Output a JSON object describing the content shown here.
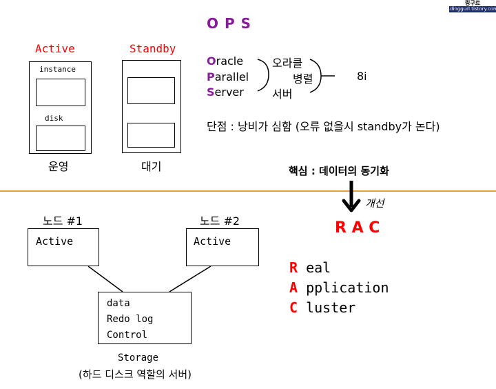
{
  "colors": {
    "red": "#ff0000",
    "purple": "#8a1a9c",
    "divider": "#e8a23a",
    "watermark_bg": "#1b2a6b"
  },
  "watermark": {
    "top": "링구르",
    "bottom": "dinggurl.tistory.com"
  },
  "top": {
    "active_label": "Active",
    "standby_label": "Standby",
    "instance_label": "instance",
    "disk_label": "disk",
    "run_label": "운영",
    "wait_label": "대기",
    "ops_title": "O P S",
    "ops_lines": [
      {
        "letter": "O",
        "rest": "racle"
      },
      {
        "letter": "P",
        "rest": "arallel"
      },
      {
        "letter": "S",
        "rest": "erver"
      }
    ],
    "korean_lines": [
      "오라클",
      "병렬",
      "서버"
    ],
    "version": "8i",
    "drawback": "단점 : 낭비가 심함 (오류 없을시 standby가 논다)",
    "core": "핵심 : 데이터의 동기화",
    "improve_label": "개선"
  },
  "bottom": {
    "node1_label": "노드 #1",
    "node2_label": "노드 #2",
    "node1_state": "Active",
    "node2_state": "Active",
    "storage_items": [
      "data",
      "Redo log",
      "Control"
    ],
    "storage_label": "Storage",
    "storage_note": "(하드 디스크 역할의 서버)",
    "rac_title": "R A C",
    "rac_lines": [
      {
        "letter": "R",
        "rest": " eal"
      },
      {
        "letter": "A",
        "rest": " pplication"
      },
      {
        "letter": "C",
        "rest": " luster"
      }
    ]
  }
}
